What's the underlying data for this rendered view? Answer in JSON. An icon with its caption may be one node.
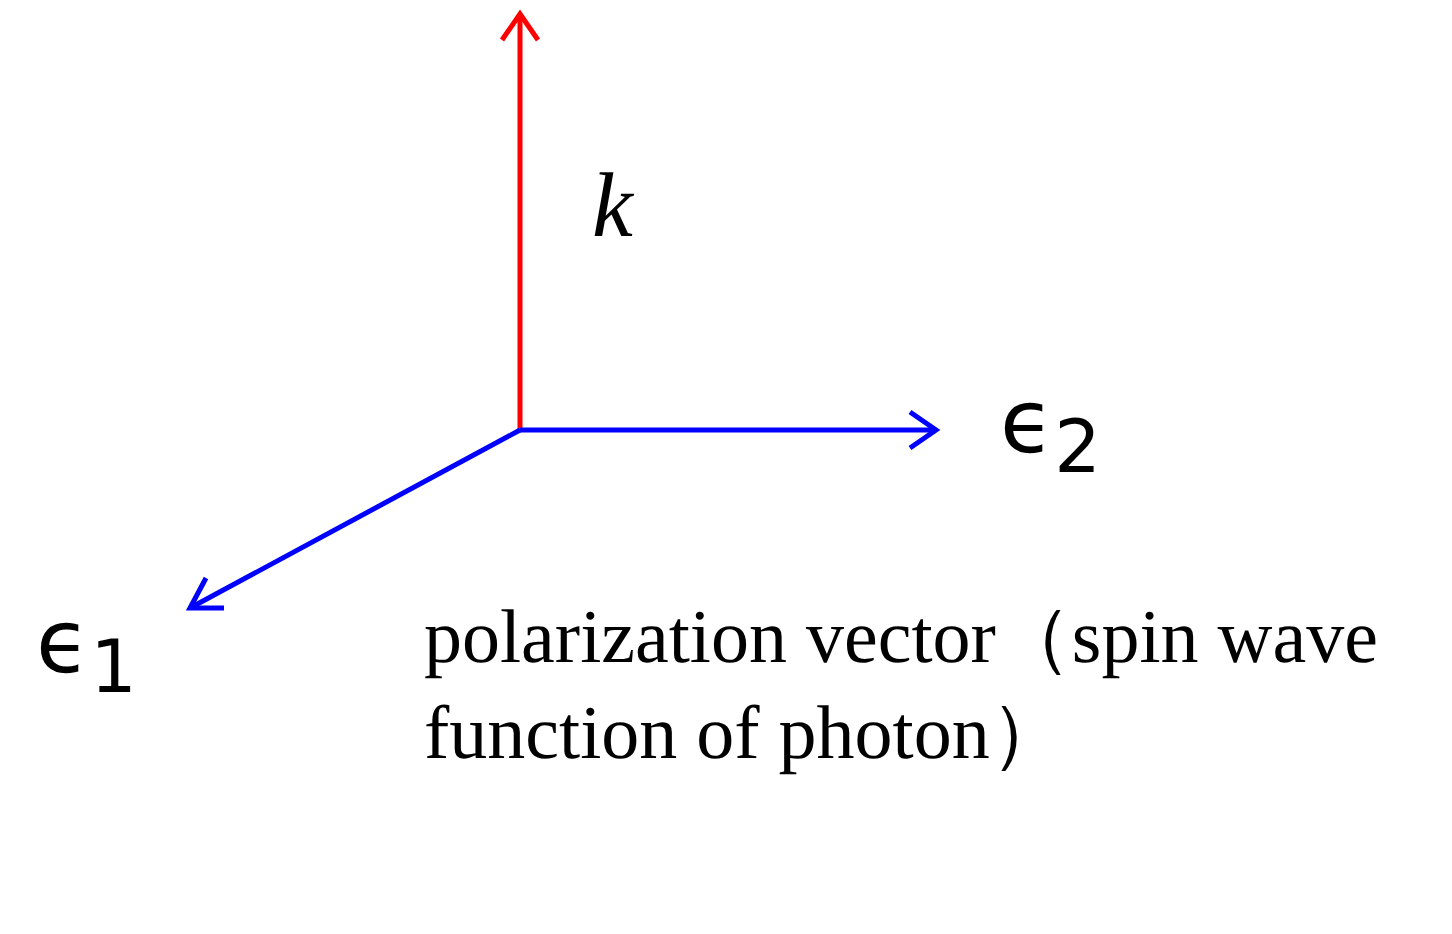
{
  "diagram": {
    "labels": [
      "k",
      "ϵ$_{2}$",
      "ϵ$_{1}$",
      "polarization vector（spin wave function of photon）"
    ]
  }
}
